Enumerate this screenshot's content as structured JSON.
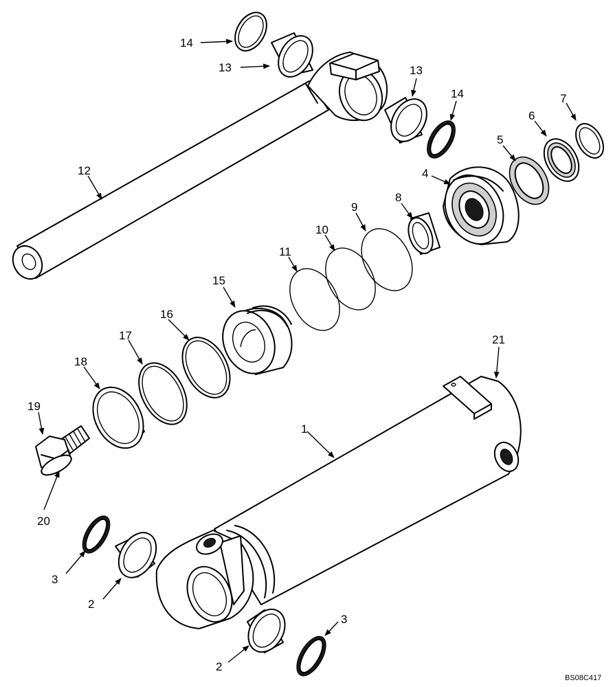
{
  "diagram": {
    "drawing_code": "BS08C417",
    "callouts": [
      {
        "id": "c1",
        "label": "1"
      },
      {
        "id": "c2a",
        "label": "2"
      },
      {
        "id": "c2b",
        "label": "2"
      },
      {
        "id": "c3a",
        "label": "3"
      },
      {
        "id": "c3b",
        "label": "3"
      },
      {
        "id": "c4",
        "label": "4"
      },
      {
        "id": "c5",
        "label": "5"
      },
      {
        "id": "c6",
        "label": "6"
      },
      {
        "id": "c7",
        "label": "7"
      },
      {
        "id": "c8",
        "label": "8"
      },
      {
        "id": "c9",
        "label": "9"
      },
      {
        "id": "c10",
        "label": "10"
      },
      {
        "id": "c11",
        "label": "11"
      },
      {
        "id": "c12",
        "label": "12"
      },
      {
        "id": "c13a",
        "label": "13"
      },
      {
        "id": "c13b",
        "label": "13"
      },
      {
        "id": "c14a",
        "label": "14"
      },
      {
        "id": "c14b",
        "label": "14"
      },
      {
        "id": "c15",
        "label": "15"
      },
      {
        "id": "c16",
        "label": "16"
      },
      {
        "id": "c17",
        "label": "17"
      },
      {
        "id": "c18",
        "label": "18"
      },
      {
        "id": "c19",
        "label": "19"
      },
      {
        "id": "c20",
        "label": "20"
      },
      {
        "id": "c21",
        "label": "21"
      }
    ]
  }
}
